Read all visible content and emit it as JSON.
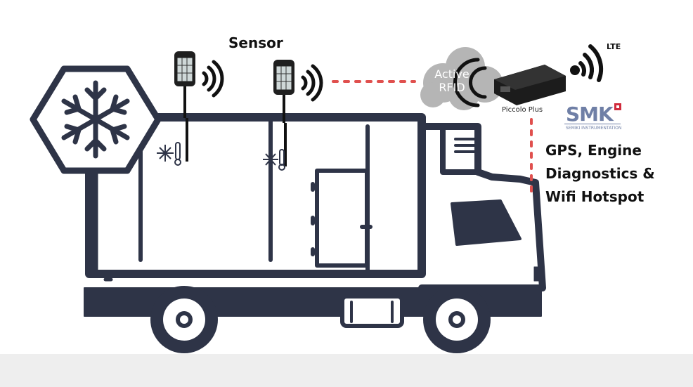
{
  "labels": {
    "sensor": "Sensor",
    "lte": "LTE",
    "active_rfid_line1": "Active",
    "active_rfid_line2": "RFID",
    "piccolo": "Piccolo Plus",
    "features_line1": "GPS, Engine",
    "features_line2": "Diagnostics &",
    "features_line3": "Wifi Hotspot"
  },
  "logo": {
    "brand": "SMK",
    "subtitle": "SEMIKI INSTRUMENTATION"
  },
  "icons": [
    "snowflake-icon",
    "wifi-signal-icon",
    "thermometer-snowflake-icon",
    "cloud-icon",
    "tracker-device-icon",
    "truck-illustration"
  ],
  "colors": {
    "truck": "#2e3447",
    "cloud": "#b5b5b5",
    "dotted_link": "#e0504e",
    "footer_band": "#eeeeee",
    "logo": "#6f7fa6",
    "logo_accent": "#d02b3c"
  }
}
